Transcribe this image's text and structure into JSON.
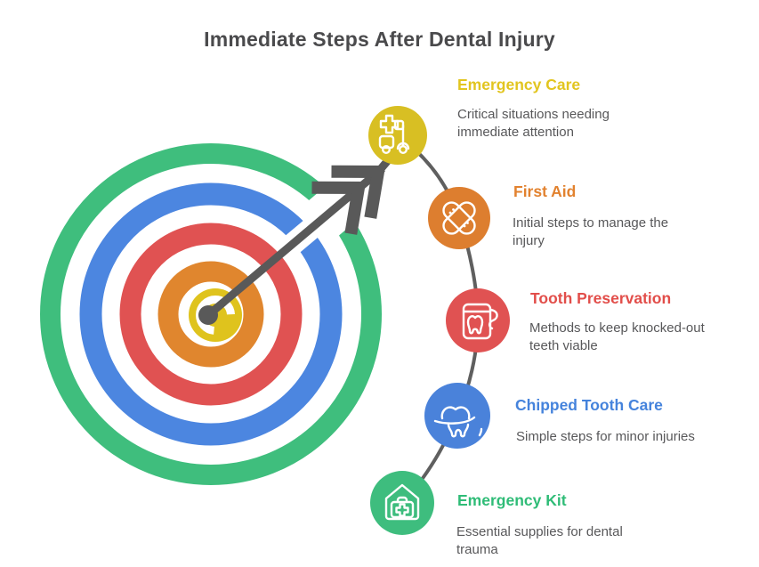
{
  "title": {
    "text": "Immediate Steps After Dental Injury",
    "color": "#4A4A4C"
  },
  "steps": [
    {
      "label": "Emergency Care",
      "description": "Critical situations needing immediate attention",
      "label_color": "#E2C51F",
      "circle_color": "#D8BF23",
      "icon": "ambulance-icon"
    },
    {
      "label": "First Aid",
      "description": "Initial steps to manage the injury",
      "label_color": "#E2822F",
      "circle_color": "#DD7E2F",
      "icon": "crossed-bandages-icon"
    },
    {
      "label": "Tooth Preservation",
      "description": "Methods to keep knocked-out teeth viable",
      "label_color": "#E24E4A",
      "circle_color": "#E05252",
      "icon": "dental-floss-icon"
    },
    {
      "label": "Chipped Tooth Care",
      "description": "Simple steps for minor injuries",
      "label_color": "#4583DC",
      "circle_color": "#4A82DA",
      "icon": "chipped-tooth-icon"
    },
    {
      "label": "Emergency Kit",
      "description": "Essential supplies for dental trauma",
      "label_color": "#2FBC77",
      "circle_color": "#3EBD7E",
      "icon": "house-medical-kit-icon"
    }
  ],
  "target": {
    "rings": [
      {
        "name": "outer-ring",
        "color": "#3FBE7D"
      },
      {
        "name": "second-ring",
        "color": "#4C86E0"
      },
      {
        "name": "third-ring",
        "color": "#E05252"
      },
      {
        "name": "fourth-ring",
        "color": "#E0862E"
      },
      {
        "name": "bullseye-center",
        "color": "#DFC31D"
      }
    ],
    "arrow_color": "#595959",
    "connector_color": "#5F5F5F"
  }
}
